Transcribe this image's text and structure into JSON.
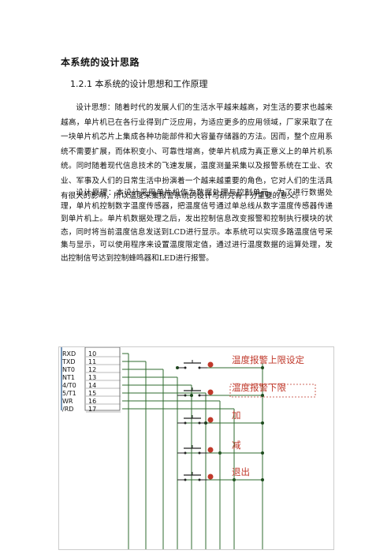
{
  "heading": "本系统的设计思路",
  "subheading": "1.2.1  本系统的设计思想和工作原理",
  "paragraphs": [
    "设计思想：随着时代的发展人们的生活水平越来越高，对生活的要求也越来越高，单片机已在各行业得到广泛应用，为适应更多的应用领域，厂家采取了在一块单片机芯片上集成各种功能部件和大容量存储器的方法。因而，整个应用系统不需要扩展，而体积变小、可靠性增高，使单片机成为真正意义上的单片机系统。同时随着现代信息技术的飞速发展，温度测量采集以及报警系统在工业、农业、军事及人们的日常生活中扮演着一个越来越重要的角色，它对人们的生活具有很大的影响，所以温度采集报警系统的设计与研究有十分重要的意义。",
    "设计原理：本设计采用单片机作为数据处理与控制单元，为了进行数据处理，单片机控制数字温度传感器，把温度信号通过单总线从数字温度传感器传递到单片机上。单片机数据处理之后，发出控制信息改变报警和控制执行模块的状态，同时将当前温度信息发送到LCD进行显示。本系统可以实现多路温度信号采集与显示，可以使用程序来设置温度限定值，通过进行温度数据的运算处理，发出控制信号达到控制蜂鸣器和LED进行报警。"
  ],
  "schematic": {
    "pin_names": [
      "RXD",
      "TXD",
      "NT0",
      "NT1",
      "4/T0",
      "5/T1",
      "WR",
      "/RD"
    ],
    "pin_numbers": [
      "10",
      "11",
      "12",
      "13",
      "14",
      "15",
      "16",
      "17"
    ],
    "button_labels": [
      "温度报警上限设定",
      "温度报警下限",
      "加",
      "减",
      "退出"
    ],
    "colors": {
      "wire": "#2f6b2f",
      "label": "#c0392b",
      "pin_line": "#1a4f8a",
      "node": "#1c4a1c"
    }
  }
}
